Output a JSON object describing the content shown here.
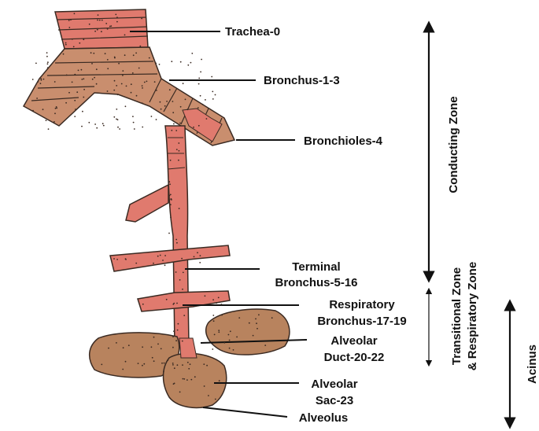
{
  "labels": {
    "trachea": "Trachea-0",
    "bronchus": "Bronchus-1-3",
    "bronchioles": "Bronchioles-4",
    "terminal_1": "Terminal",
    "terminal_2": "Bronchus-5-16",
    "respiratory_1": "Respiratory",
    "respiratory_2": "Bronchus-17-19",
    "duct_1": "Alveolar",
    "duct_2": "Duct-20-22",
    "sac_1": "Alveolar",
    "sac_2": "Sac-23",
    "alveolus": "Alveolus"
  },
  "zones": {
    "conducting": "Conducting Zone",
    "transitional_1": "Transitional Zone",
    "transitional_2": "& Respiratory Zone",
    "acinus": "Acinus"
  },
  "colors": {
    "airway_pink": "#e07a6e",
    "airway_tan": "#c98e6e",
    "alveoli": "#b8835e",
    "outline": "#3a2a22",
    "text": "#111111"
  }
}
